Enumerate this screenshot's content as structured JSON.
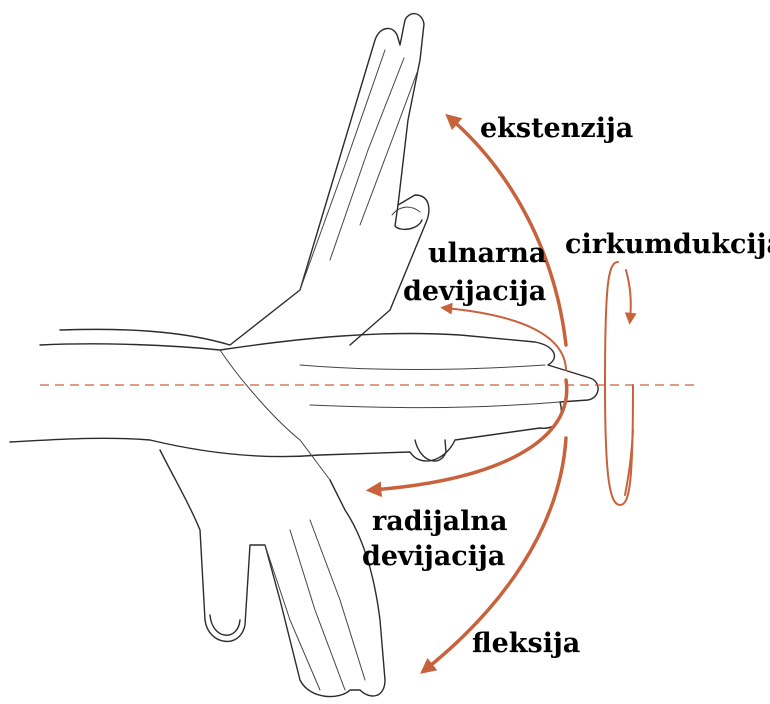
{
  "labels": {
    "extension": "ekstenzija",
    "ulnar_line1": "ulnarna",
    "ulnar_line2": "devijacija",
    "circumduction": "cirkumdukcija",
    "radial_line1": "radijalna",
    "radial_line2": "devijacija",
    "flexion": "fleksija"
  },
  "colors": {
    "arrow": "#c8623c",
    "text": "#000000",
    "drawing": "#2b2b2b"
  },
  "icons": {
    "extension_arrow": "curved-arrow-up-left",
    "ulnar_arrow": "curved-arrow-left-upper",
    "radial_arrow": "curved-arrow-left-lower",
    "flexion_arrow": "curved-arrow-down-left",
    "circumduction_arrow": "circular-arrow"
  }
}
